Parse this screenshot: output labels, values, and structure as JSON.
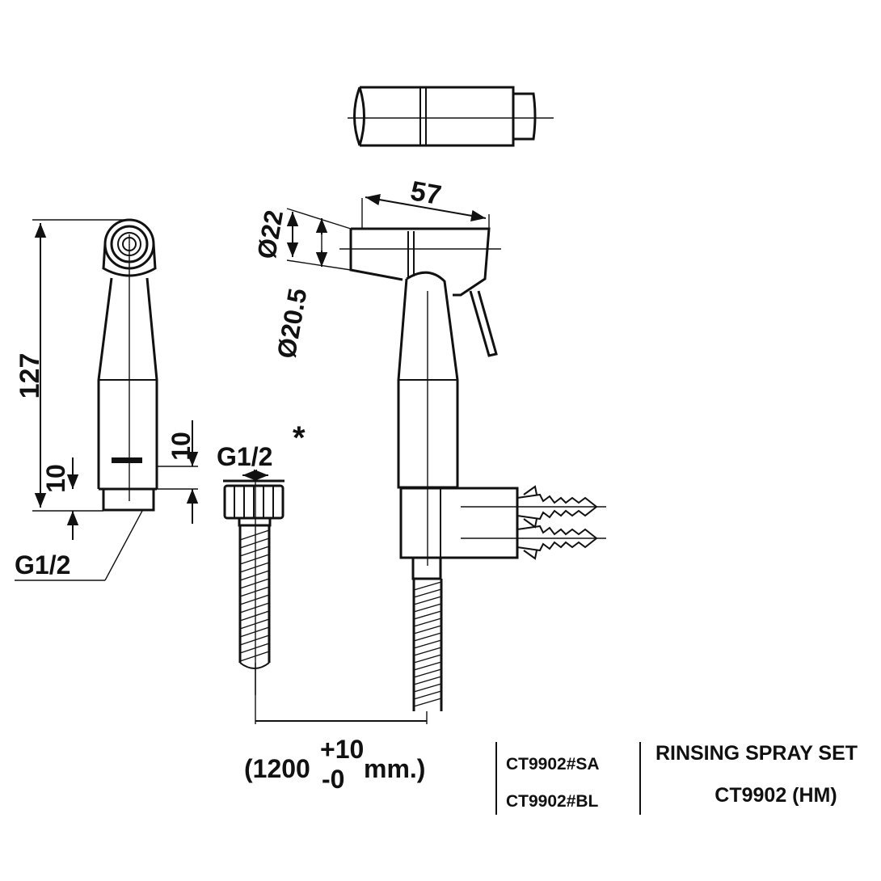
{
  "dimensions": {
    "height": "127",
    "length": "57",
    "dia_outer": "Ø22",
    "dia_inner": "Ø20.5",
    "side_upper": "10",
    "side_lower": "10",
    "thread_side": "G1/2",
    "thread_hose": "G1/2",
    "asterisk": "*",
    "hose_base": "(1200",
    "hose_tol_plus": "+10",
    "hose_tol_minus": "-0",
    "hose_unit": "mm.)"
  },
  "title_block": {
    "model_codes": [
      "CT9902#SA",
      "CT9902#BL"
    ],
    "product_name": "RINSING SPRAY SET",
    "product_model": "CT9902 (HM)"
  }
}
